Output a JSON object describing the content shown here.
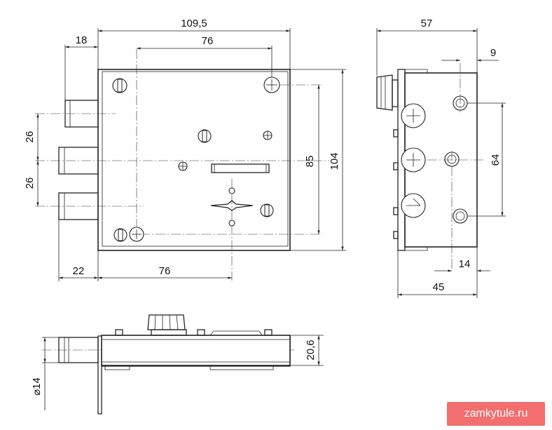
{
  "dimensions": {
    "front_width": "109,5",
    "front_top_hole_spacing": "76",
    "bolt_projection": "18",
    "bolt_pitch_upper": "26",
    "bolt_pitch_lower": "26",
    "front_height_inner": "85",
    "front_height": "104",
    "backset": "22",
    "front_bottom_hole_spacing": "76",
    "side_depth": "57",
    "side_offset_top": "9",
    "side_hole_spacing": "64",
    "side_offset_bottom": "14",
    "side_body_depth": "45",
    "bottom_height": "20,6",
    "bolt_diameter": "14"
  },
  "diameter_symbol": "⌀",
  "watermark": "zamkytule.ru"
}
